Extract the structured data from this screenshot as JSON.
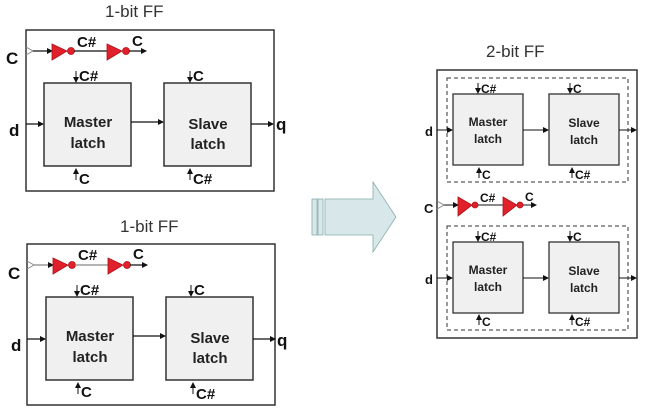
{
  "ff_top": {
    "title": "1-bit FF",
    "clock_in": "C",
    "inv1_out": "C#",
    "inv2_out": "C",
    "data_in": "d",
    "data_out": "q",
    "master": {
      "line1": "Master",
      "line2": "latch",
      "top_clk": "C#",
      "bottom_clk": "C"
    },
    "slave": {
      "line1": "Slave",
      "line2": "latch",
      "top_clk": "C",
      "bottom_clk": "C#"
    }
  },
  "ff_bottom": {
    "title": "1-bit FF",
    "clock_in": "C",
    "inv1_out": "C#",
    "inv2_out": "C",
    "data_in": "d",
    "data_out": "q",
    "master": {
      "line1": "Master",
      "line2": "latch",
      "top_clk": "C#",
      "bottom_clk": "C"
    },
    "slave": {
      "line1": "Slave",
      "line2": "latch",
      "top_clk": "C",
      "bottom_clk": "C#"
    }
  },
  "ff_2bit": {
    "title": "2-bit FF",
    "clock_in": "C",
    "inv1_out": "C#",
    "inv2_out": "C",
    "upper": {
      "data_in": "d",
      "master": {
        "line1": "Master",
        "line2": "latch",
        "top_clk": "C#",
        "bottom_clk": "C"
      },
      "slave": {
        "line1": "Slave",
        "line2": "latch",
        "top_clk": "C",
        "bottom_clk": "C#"
      }
    },
    "lower": {
      "data_in": "d",
      "master": {
        "line1": "Master",
        "line2": "latch",
        "top_clk": "C#",
        "bottom_clk": "C"
      },
      "slave": {
        "line1": "Slave",
        "line2": "latch",
        "top_clk": "C",
        "bottom_clk": "C#"
      }
    }
  },
  "colors": {
    "inverter": "#e0202a",
    "latch_fill": "#f0f0f0",
    "arrow_fill": "#d8e8ea"
  }
}
